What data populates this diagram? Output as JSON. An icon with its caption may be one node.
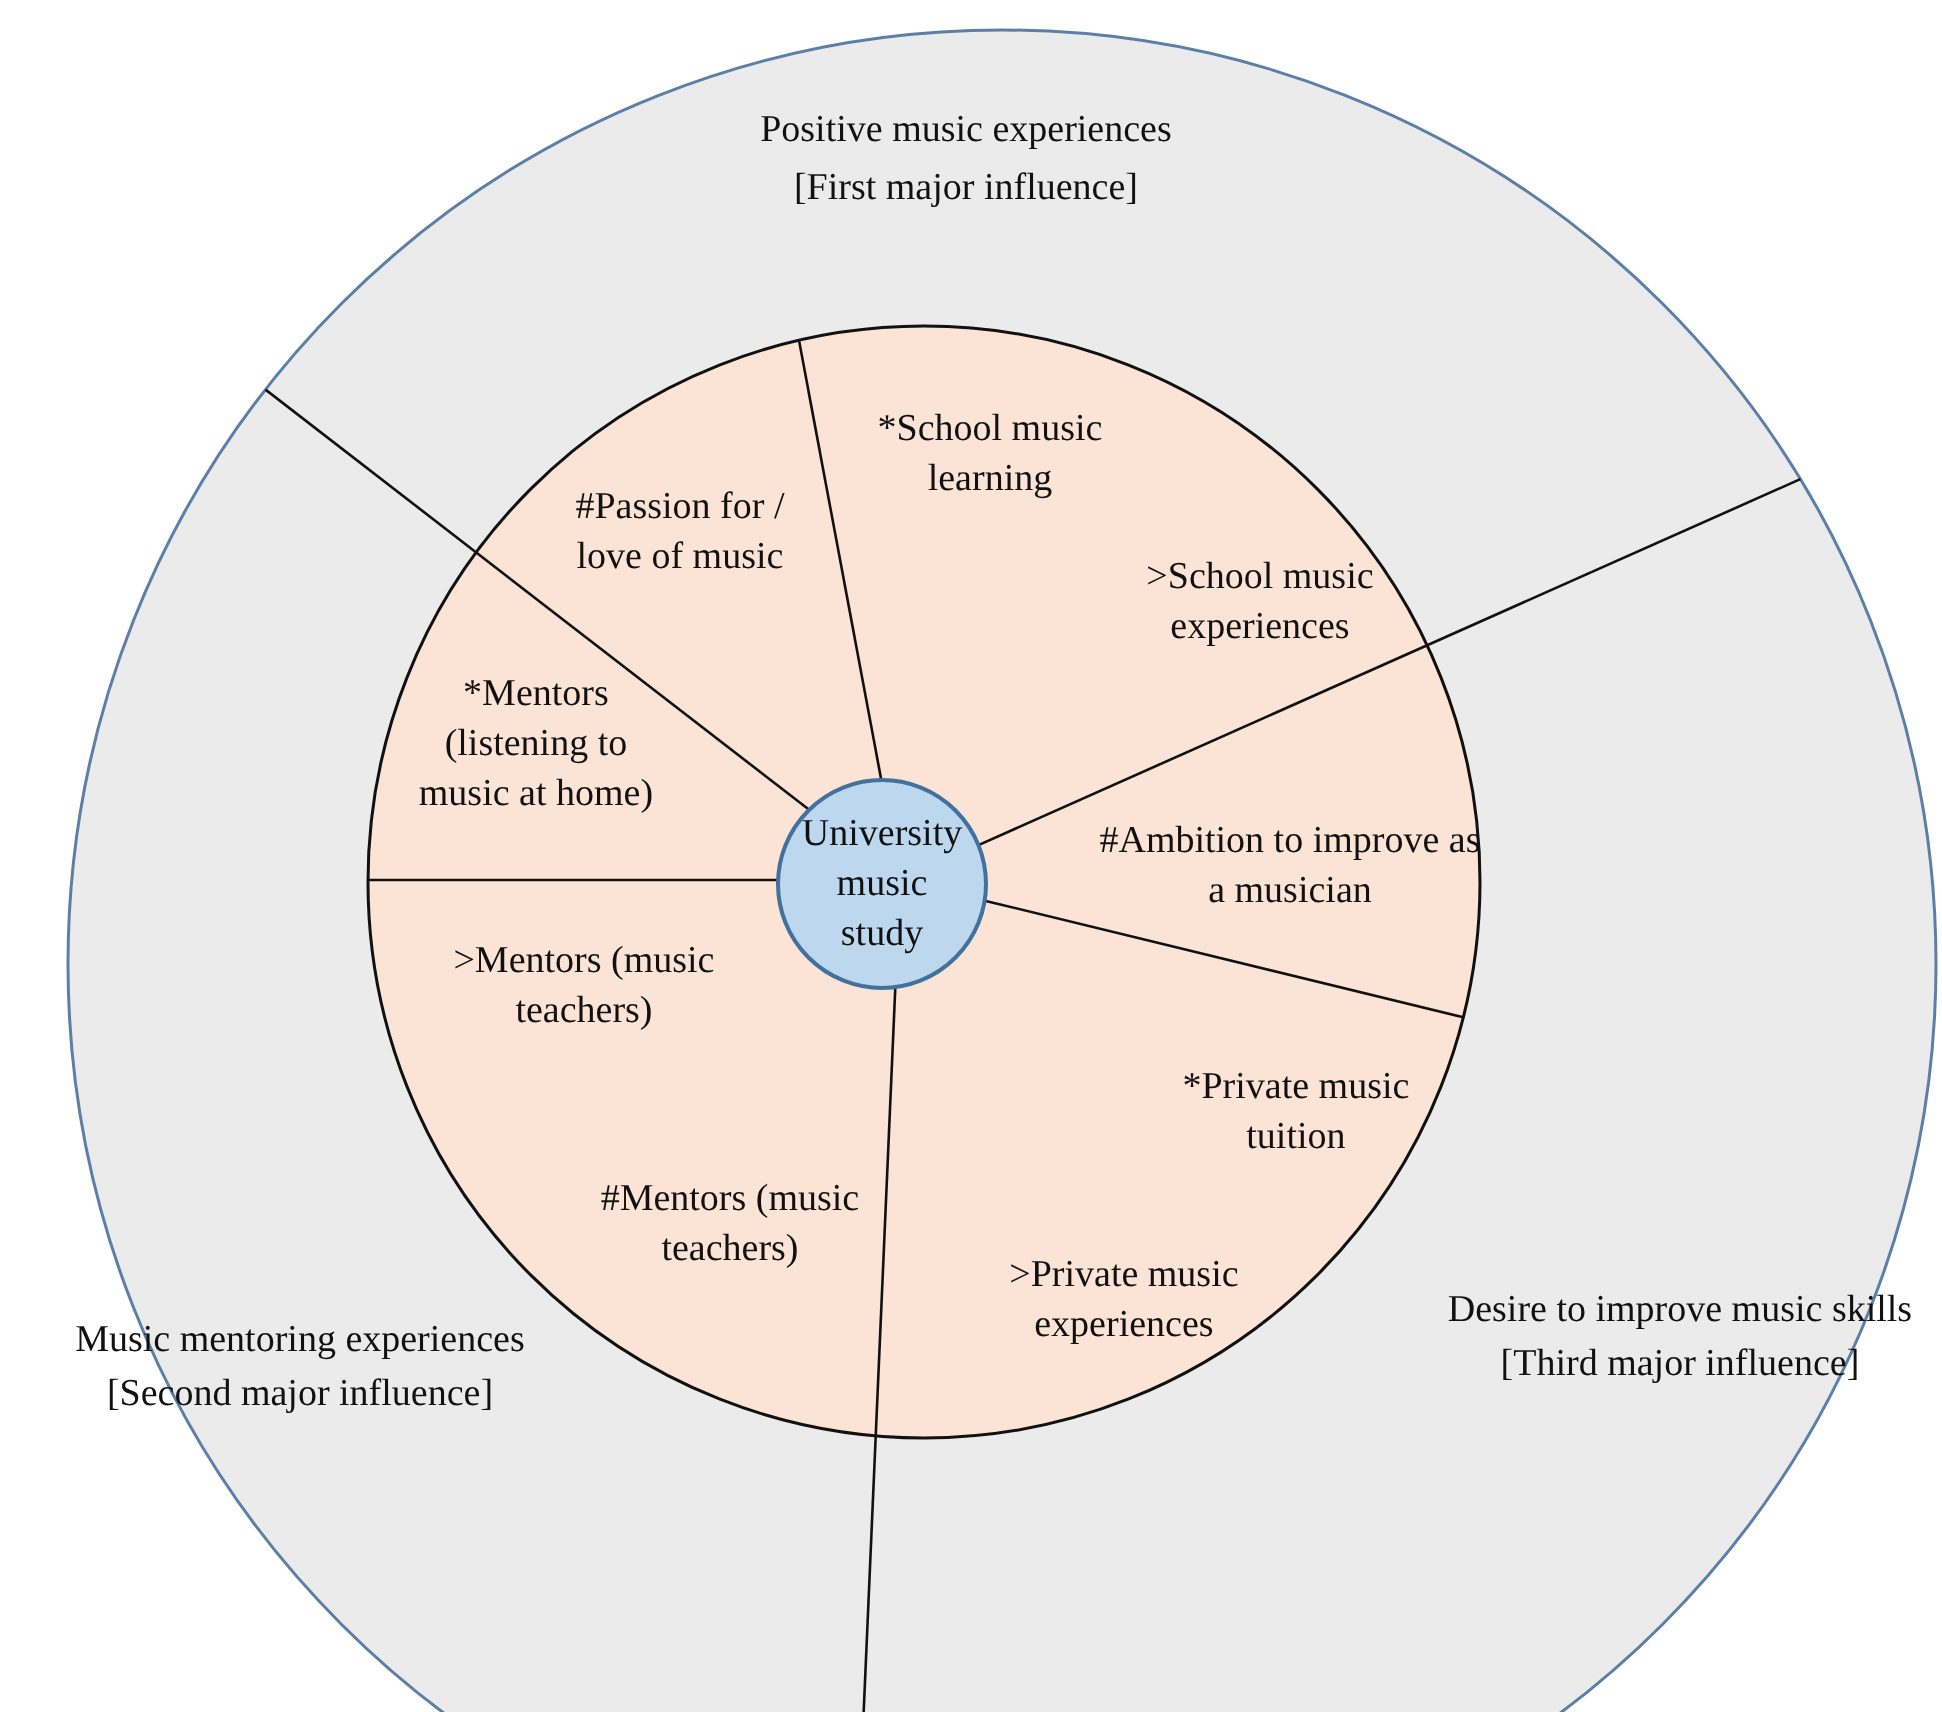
{
  "diagram": {
    "nodes": [
      {
        "text": [
          "Positive music experiences",
          "[First major influence]"
        ]
      },
      {
        "text": [
          "#Passion for / love of music"
        ],
        "in": 0
      },
      {
        "text": [
          "*School music learning",
          ">School music experiences"
        ],
        "in": 0
      },
      {
        "text": [
          "Music mentoring experiences",
          "[Second major influence]"
        ]
      },
      {
        "text": [
          "*Mentors (listening to music at home)"
        ],
        "in": 3
      },
      {
        "text": [
          ">Mentors (music teachers)",
          "#Mentors (music teachers)"
        ],
        "in": 3
      },
      {
        "text": [
          "Desire to improve music skills",
          "[Third major influence]"
        ]
      },
      {
        "text": [
          "#Ambition to improve as a musician"
        ],
        "in": 6
      },
      {
        "text": [
          "*Private music tuition",
          ">Private music experiences"
        ],
        "in": 6
      },
      {
        "text": [
          "University music study"
        ]
      }
    ],
    "edges": []
  }
}
